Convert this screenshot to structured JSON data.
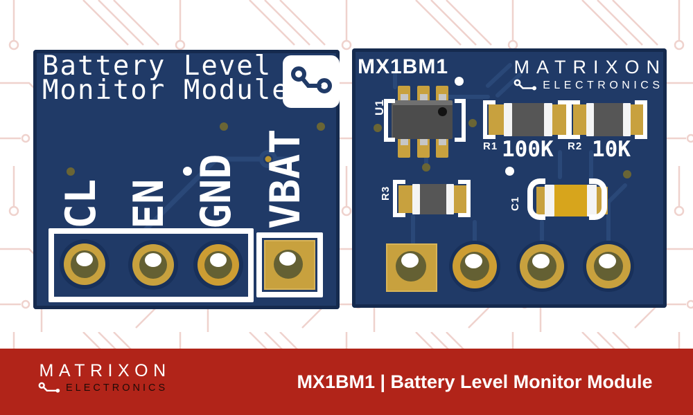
{
  "banner": {
    "brand": "MATRIXON",
    "brand_sub": "ELECTRONICS",
    "product_title": "MX1BM1 | Battery Level Monitor Module"
  },
  "left_board": {
    "title_line1": "Battery Level",
    "title_line2": "Monitor Module",
    "pins": [
      "CL",
      "EN",
      "GND",
      "VBAT"
    ]
  },
  "right_board": {
    "part_number": "MX1BM1",
    "brand": "MATRIXON",
    "brand_sub": "ELECTRONICS",
    "components": {
      "ic_ref": "U1",
      "r1_ref": "R1",
      "r1_value": "100K",
      "r2_ref": "R2",
      "r2_value": "10K",
      "r3_ref": "R3",
      "c1_ref": "C1"
    }
  },
  "icons": {
    "board_logo": "trace-link-icon",
    "brand_mark": "circuit-trace-icon"
  },
  "colors": {
    "pcb_navy": "#203a67",
    "pcb_edge": "#152a4e",
    "trace_blue": "#2a4878",
    "pad_gold": "#c8a13e",
    "hole_olive": "#646033",
    "silkscreen": "#ffffff",
    "banner_red": "#b12419",
    "pattern_pink": "#efd2cd",
    "ic_gray": "#4c4c4c",
    "cap_yellow": "#d7a51c"
  }
}
